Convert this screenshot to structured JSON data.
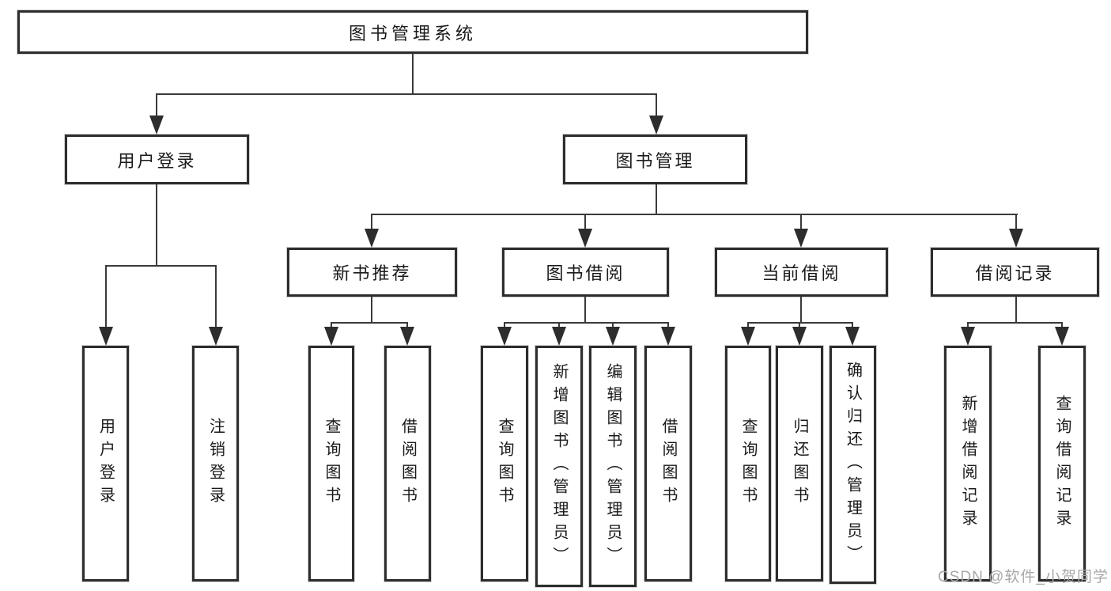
{
  "diagram": {
    "root_label": "图书管理系统",
    "branches": [
      {
        "label": "用户登录",
        "children": [
          "用户登录",
          "注销登录"
        ]
      },
      {
        "label": "图书管理",
        "sections": [
          {
            "label": "新书推荐",
            "children": [
              "查询图书",
              "借阅图书"
            ]
          },
          {
            "label": "图书借阅",
            "children": [
              "查询图书",
              "新增图书（管理员）",
              "编辑图书（管理员）",
              "借阅图书"
            ]
          },
          {
            "label": "当前借阅",
            "children": [
              "查询图书",
              "归还图书",
              "确认归还（管理员）"
            ]
          },
          {
            "label": "借阅记录",
            "children": [
              "新增借阅记录",
              "查询借阅记录"
            ]
          }
        ]
      }
    ]
  },
  "watermark": {
    "text": "CSDN @软件_小贺同学"
  },
  "colors": {
    "border": "#2d2d2d",
    "line": "#3a3a3a",
    "text": "#1a1a1a",
    "watermark": "#a8a8a8"
  }
}
